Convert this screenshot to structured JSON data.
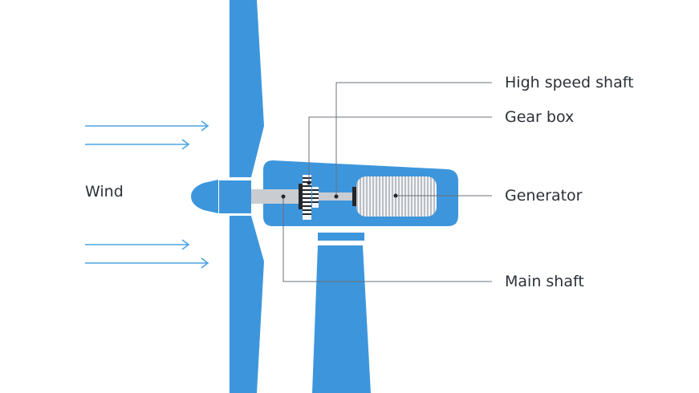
{
  "diagram": {
    "wind_label": "Wind",
    "labels": {
      "high_speed_shaft": "High speed shaft",
      "gear_box": "Gear box",
      "generator": "Generator",
      "main_shaft": "Main shaft"
    }
  },
  "colors": {
    "turbine_blue": "#3d96dc",
    "arrow_blue": "#4ea3e3",
    "shaft_grey": "#c9ccd1",
    "generator_fill": "#f3f4f6",
    "leader_line": "#6b7078",
    "dark": "#23262b",
    "text": "#2c3138"
  }
}
